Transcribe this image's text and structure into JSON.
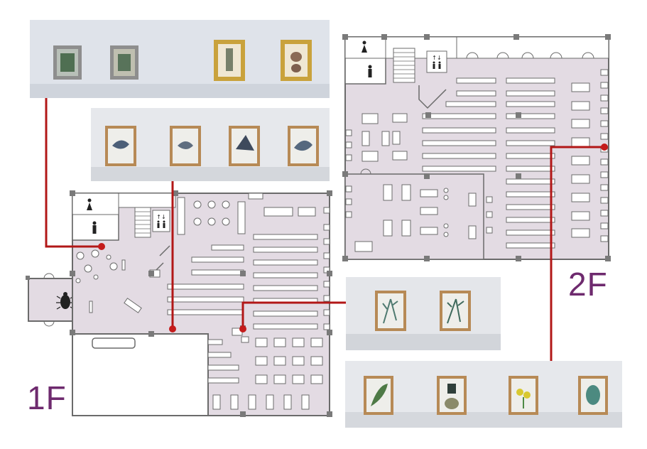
{
  "floors": {
    "first": {
      "label": "1F"
    },
    "second": {
      "label": "2F"
    }
  },
  "colors": {
    "floor_fill": "#e3dbe3",
    "wall": "#6b6b6b",
    "pillar": "#7a7a7a",
    "connector": "#b21717",
    "floor_label": "#6e2a6e",
    "gold_frame": "#c9a23c",
    "wood_frame": "#b78a56",
    "silver_frame": "#8e8e8e"
  },
  "icons": [
    "female-restroom-icon",
    "male-restroom-icon",
    "elevator-icon",
    "beetle-icon"
  ],
  "photo_panels": [
    {
      "name": "photo-panel-top-left",
      "frames": [
        "silver",
        "silver",
        "gold",
        "gold"
      ]
    },
    {
      "name": "photo-panel-birds",
      "frames": [
        "wood",
        "wood",
        "wood",
        "wood"
      ]
    },
    {
      "name": "photo-panel-ferns",
      "frames": [
        "wood",
        "wood"
      ]
    },
    {
      "name": "photo-panel-plants",
      "frames": [
        "wood",
        "wood",
        "wood",
        "wood"
      ]
    }
  ]
}
